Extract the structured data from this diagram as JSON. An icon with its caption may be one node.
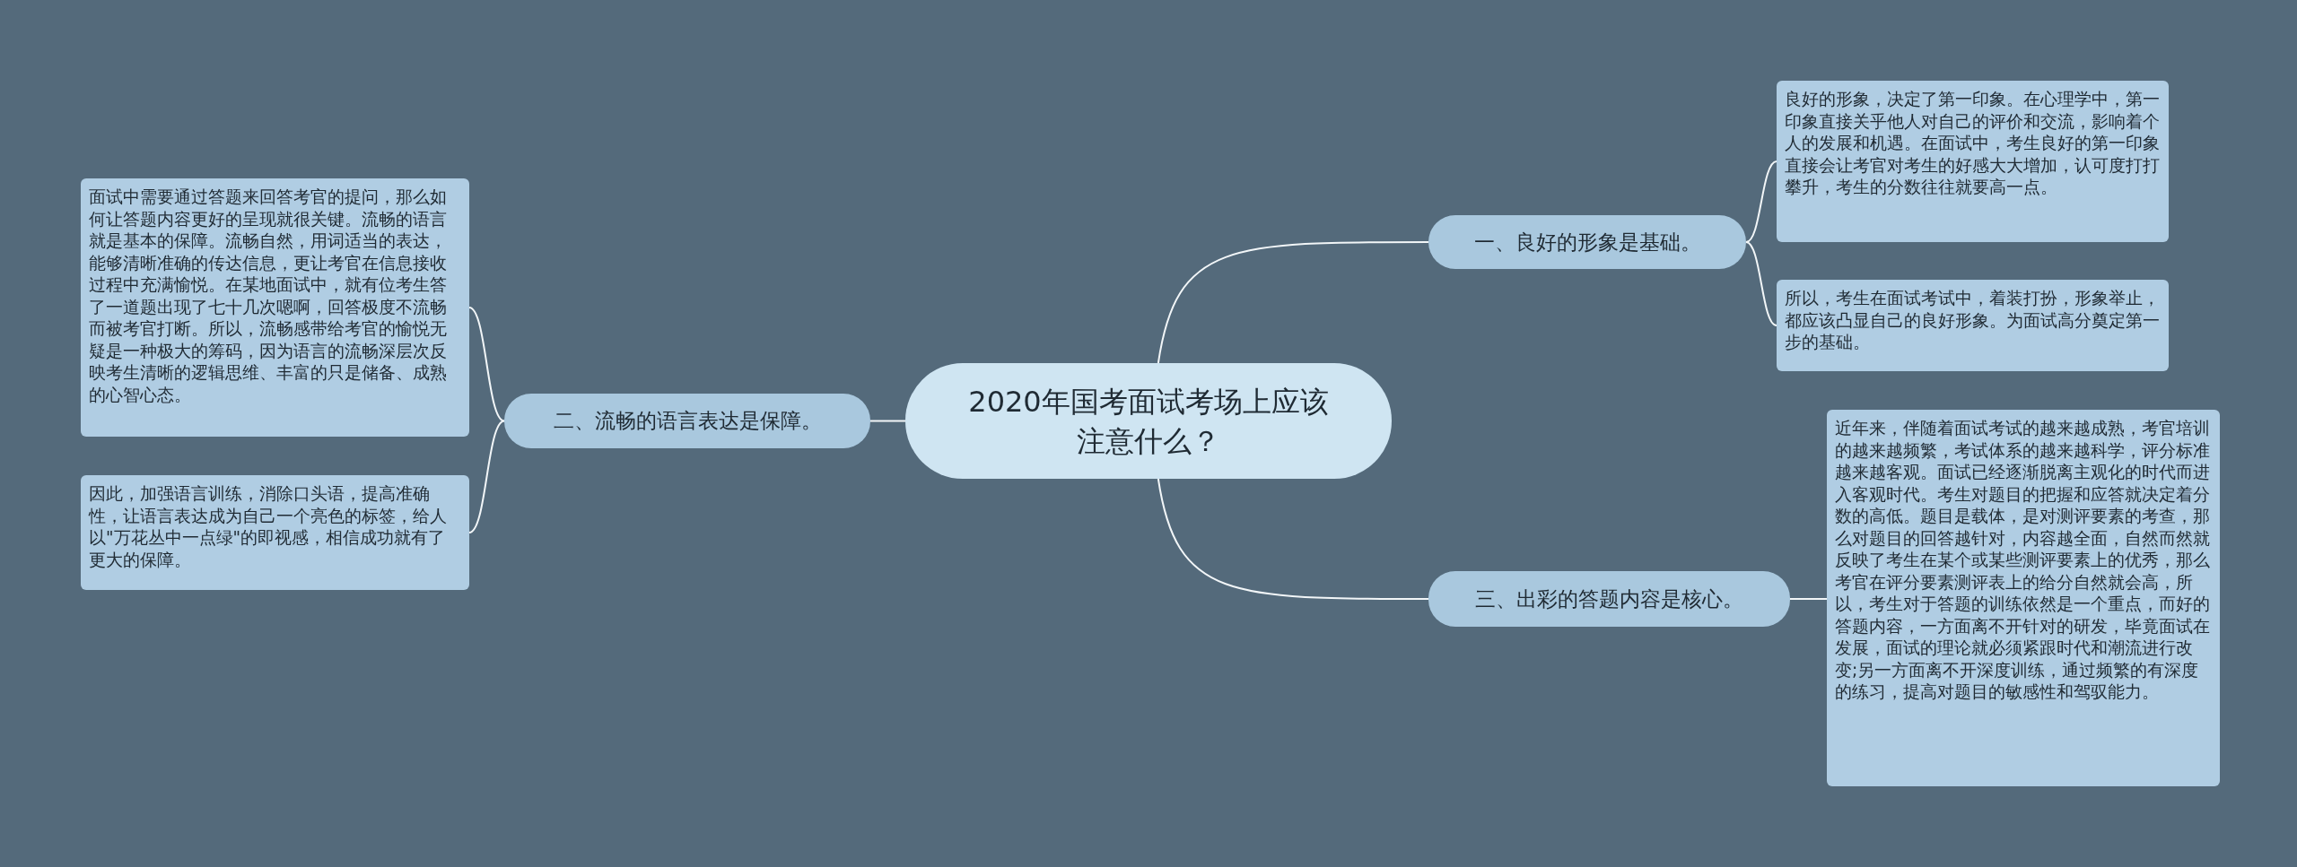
{
  "diagram": {
    "nodes": [
      {
        "text": [
          "2020年国考面试考场上应该注意什么？"
        ]
      },
      {
        "text": [
          "一、良好的形象是基础。"
        ]
      },
      {
        "text": [
          "良好的形象，决定了第一印象。在心理学中，第一印象直接关乎他人对自己的评价和交流，影响着个人的发展和机遇。在面试中，考生良好的第一印象直接会让考官对考生的好感大大增加，认可度打打攀升，考生的分数往往就要高一点。"
        ]
      },
      {
        "text": [
          "所以，考生在面试考试中，着装打扮，形象举止，都应该凸显自己的良好形象。为面试高分奠定第一步的基础。"
        ]
      },
      {
        "text": [
          "二、流畅的语言表达是保障。"
        ]
      },
      {
        "text": [
          "面试中需要通过答题来回答考官的提问，那么如何让答题内容更好的呈现就很关键。流畅的语言就是基本的保障。流畅自然，用词适当的表达，能够清晰准确的传达信息，更让考官在信息接收过程中充满愉悦。在某地面试中，就有位考生答了一道题出现了七十几次嗯啊，回答极度不流畅而被考官打断。所以，流畅感带给考官的愉悦无疑是一种极大的筹码，因为语言的流畅深层次反映考生清晰的逻辑思维、丰富的只是储备、成熟的心智心态。"
        ]
      },
      {
        "text": [
          "因此，加强语言训练，消除口头语，提高准确性，让语言表达成为自己一个亮色的标签，给人以\"万花丛中一点绿\"的即视感，相信成功就有了更大的保障。"
        ]
      },
      {
        "text": [
          "三、出彩的答题内容是核心。"
        ]
      },
      {
        "text": [
          "近年来，伴随着面试考试的越来越成熟，考官培训的越来越频繁，考试体系的越来越科学，评分标准越来越客观。面试已经逐渐脱离主观化的时代而进入客观时代。考生对题目的把握和应答就决定着分数的高低。题目是载体，是对测评要素的考查，那么对题目的回答越针对，内容越全面，自然而然就反映了考生在某个或某些测评要素上的优秀，那么考官在评分要素测评表上的给分自然就会高，所以，考生对于答题的训练依然是一个重点，而好的答题内容，一方面离不开针对的研发，毕竟面试在发展，面试的理论就必须紧跟时代和潮流进行改变;另一方面离不开深度训练，通过频繁的有深度的练习，提高对题目的敏感性和驾驭能力。"
        ]
      }
    ],
    "edges": [
      {
        "from": 0,
        "to": 1,
        "arrow": "none"
      },
      {
        "from": 1,
        "to": 2,
        "arrow": "none"
      },
      {
        "from": 1,
        "to": 3,
        "arrow": "none"
      },
      {
        "from": 0,
        "to": 4,
        "arrow": "none"
      },
      {
        "from": 4,
        "to": 5,
        "arrow": "none"
      },
      {
        "from": 4,
        "to": 6,
        "arrow": "none"
      },
      {
        "from": 0,
        "to": 7,
        "arrow": "none"
      },
      {
        "from": 7,
        "to": 8,
        "arrow": "none"
      }
    ]
  }
}
